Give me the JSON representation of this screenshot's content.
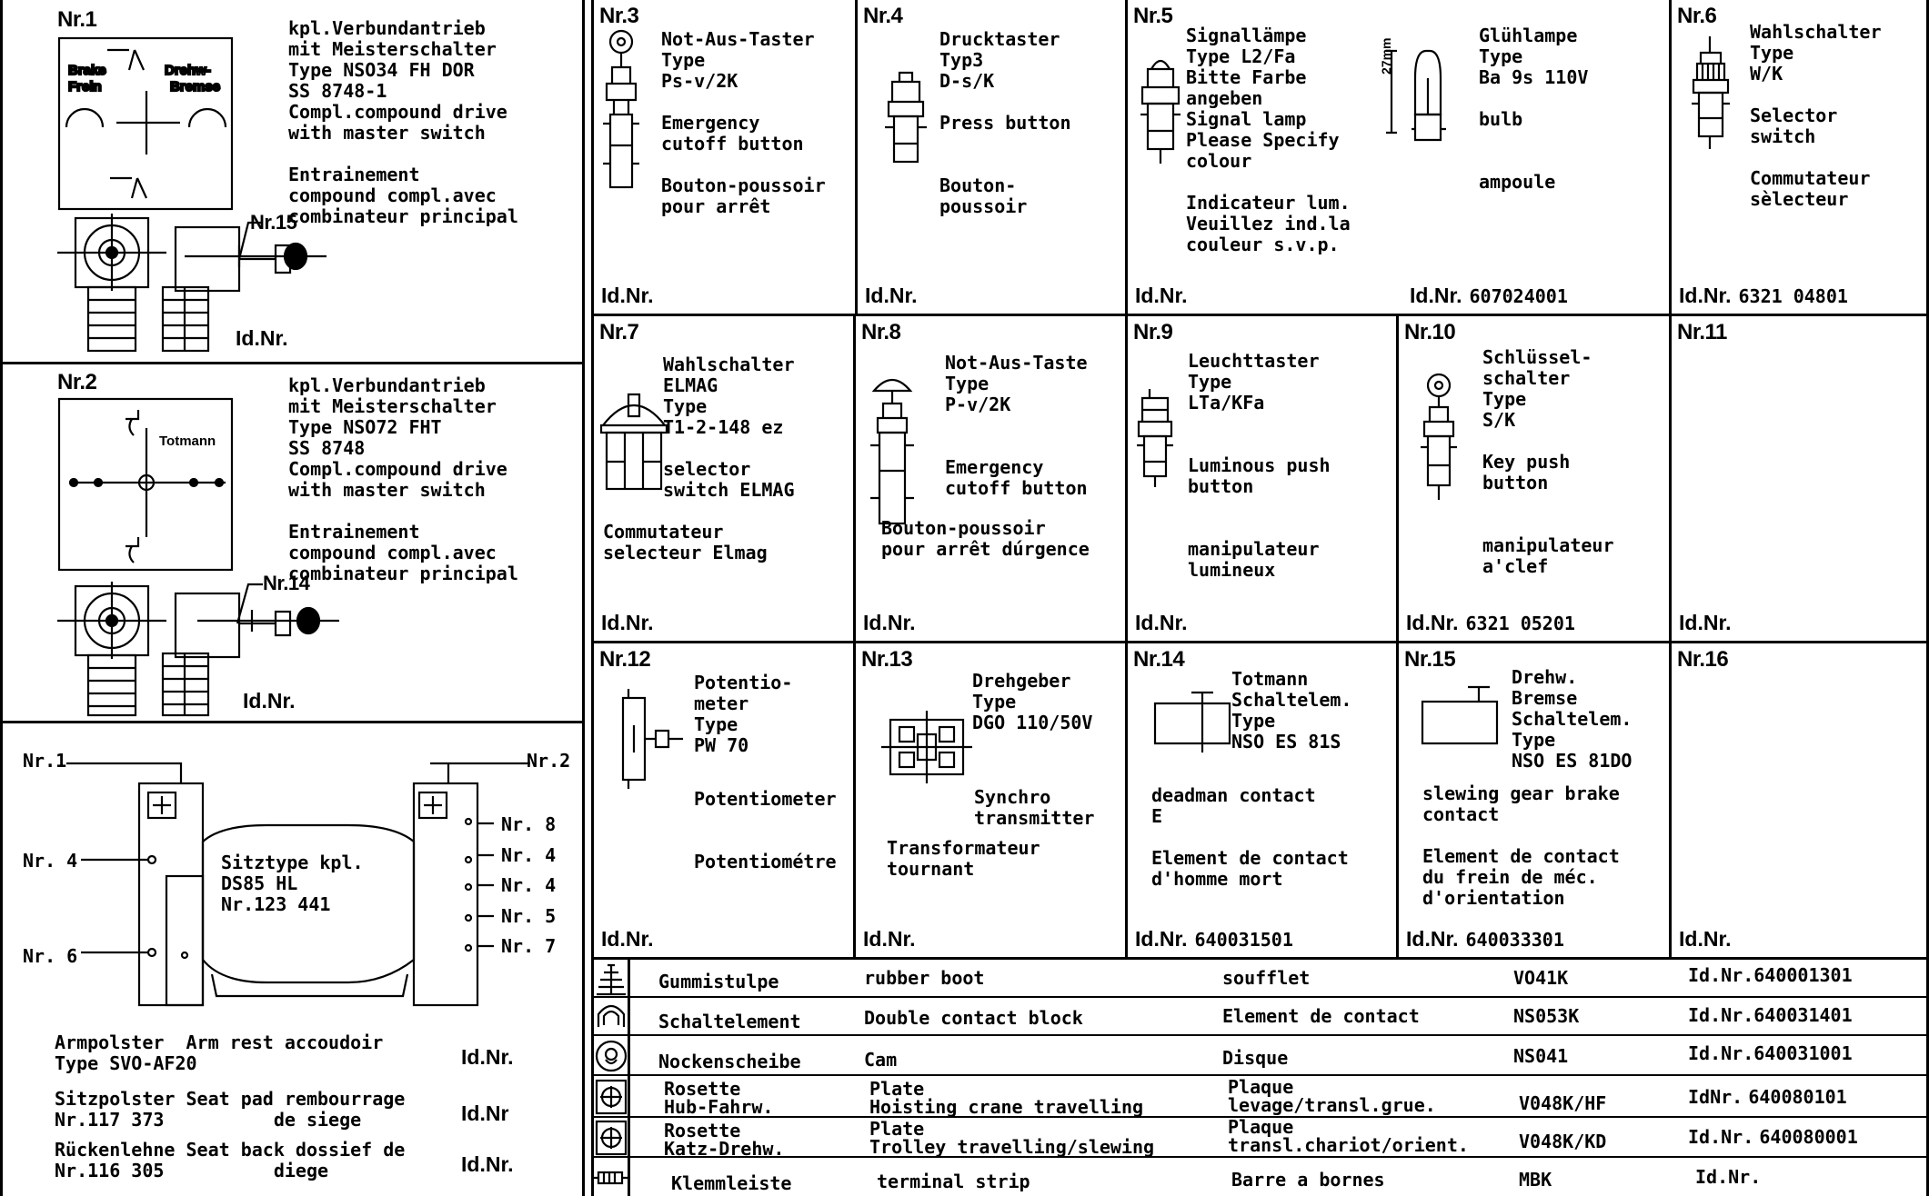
{
  "left": {
    "nr1": {
      "num": "Nr.1",
      "desc": "kpl.Verbundantrieb\nmit Meisterschalter\nType NSO34 FH DOR\nSS 8748-1\nCompl.compound drive\nwith master switch\n\nEntrainement\ncompound compl.avec\ncombinateur principal",
      "diagram_left": "Brake\nFrein",
      "diagram_right": "Drehw-\nBremse",
      "callout": "Nr.15",
      "id_label": "Id.Nr."
    },
    "nr2": {
      "num": "Nr.2",
      "desc": "kpl.Verbundantrieb\nmit Meisterschalter\nType NSO72 FHT\nSS 8748\nCompl.compound drive\nwith master switch\n\nEntrainement\ncompound compl.avec\ncombinateur principal",
      "diagram_label": "Totmann",
      "callout": "Nr.14",
      "id_label": "Id.Nr."
    },
    "seat": {
      "labels_left": [
        "Nr.1",
        "Nr. 4",
        "Nr. 6"
      ],
      "labels_right": [
        "Nr.2",
        "Nr. 8",
        "Nr. 4",
        "Nr. 4",
        "Nr. 5",
        "Nr. 7"
      ],
      "seat_text": "Sitztype kpl.\nDS85 HL\nNr.123 441",
      "parts": [
        {
          "text": "Armpolster  Arm rest accoudoir\nType SVO-AF20",
          "id": "Id.Nr."
        },
        {
          "text": "Sitzpolster Seat pad rembourrage\nNr.117 373          de siege",
          "id": "Id.Nr"
        },
        {
          "text": "Rückenlehne Seat back dossief de\nNr.116 305          diege",
          "id": "Id.Nr."
        }
      ]
    }
  },
  "grid": {
    "row1": [
      {
        "num": "Nr.3",
        "text": "Not-Aus-Taster\nType\nPs-v/2K\n\nEmergency\ncutoff button\n\nBouton-poussoir\npour arrêt",
        "id_label": "Id.Nr.",
        "id_value": ""
      },
      {
        "num": "Nr.4",
        "text": "Drucktaster\nTyp3\nD-s/K\n\nPress button\n\n\nBouton-\npoussoir",
        "id_label": "Id.Nr.",
        "id_value": ""
      },
      {
        "num": "Nr.5",
        "text": "Signallämpe\nType L2/Fa\nBitte Farbe\nangeben\nSignal lamp\nPlease Specify\ncolour\n\nIndicateur lum.\nVeuillez ind.la\ncouleur s.v.p.",
        "text2": "Glühlampe\nType\nBa 9s 110V\n\nbulb\n\n\nampoule",
        "dim": "27mm",
        "id_label": "Id.Nr.",
        "id2_label": "Id.Nr.",
        "id2_value": "607024001"
      },
      {
        "num": "Nr.6",
        "text": "Wahlschalter\nType\nW/K\n\nSelector\nswitch\n\nCommutateur\nsèlecteur",
        "id_label": "Id.Nr.",
        "id_value": "6321 04801"
      }
    ],
    "row2": [
      {
        "num": "Nr.7",
        "text": "Wahlschalter\nELMAG\nType\nT1-2-148 ez\n\nselector\nswitch ELMAG",
        "text_b": "Commutateur\nselecteur Elmag",
        "id_label": "Id.Nr.",
        "id_value": ""
      },
      {
        "num": "Nr.8",
        "text": "Not-Aus-Taste\nType\nP-v/2K\n\n\nEmergency\ncutoff button",
        "text_b": "Bouton-poussoir\npour arrêt dúrgence",
        "id_label": "Id.Nr.",
        "id_value": ""
      },
      {
        "num": "Nr.9",
        "text": "Leuchttaster\nType\nLTa/KFa\n\n\nLuminous push\nbutton\n\n\nmanipulateur\nlumineux",
        "id_label": "Id.Nr.",
        "id_value": ""
      },
      {
        "num": "Nr.10",
        "text": "Schlüssel-\nschalter\nType\nS/K\n\nKey push\nbutton\n\n\nmanipulateur\na'clef",
        "id_label": "Id.Nr.",
        "id_value": "6321 05201"
      },
      {
        "num": "Nr.11",
        "text": "",
        "id_label": "Id.Nr.",
        "id_value": ""
      }
    ],
    "row3": [
      {
        "num": "Nr.12",
        "text": "Potentio-\nmeter\nType\nPW 70",
        "text_b": "Potentiometer\n\n\nPotentiométre",
        "id_label": "Id.Nr.",
        "id_value": ""
      },
      {
        "num": "Nr.13",
        "text": "Drehgeber\nType\nDGO 110/50V",
        "text_b": "Synchro\ntransmitter",
        "text_c": "Transformateur\ntournant",
        "id_label": "Id.Nr.",
        "id_value": ""
      },
      {
        "num": "Nr.14",
        "text": "Totmann\nSchaltelem.\nType\nNSO ES 81S",
        "text_b": "deadman contact\nE\n\nElement de contact\nd'homme mort",
        "id_label": "Id.Nr.",
        "id_value": "640031501"
      },
      {
        "num": "Nr.15",
        "text": "Drehw.\nBremse\nSchaltelem.\nType\nNSO ES 81DO",
        "text_b": "slewing gear brake\ncontact\n\nElement de contact\ndu frein de méc.\nd'orientation",
        "id_label": "Id.Nr.",
        "id_value": "640033301"
      },
      {
        "num": "Nr.16",
        "text": "",
        "id_label": "Id.Nr.",
        "id_value": ""
      }
    ]
  },
  "parts_rows": [
    {
      "icon": "rubber-boot-icon",
      "de": "Gummistulpe",
      "en": "rubber boot",
      "fr": "soufflet",
      "code": "VO41K",
      "id_label": "Id.Nr.",
      "id_value": "640001301"
    },
    {
      "icon": "contact-block-icon",
      "de": "Schaltelement",
      "en": "Double contact block",
      "fr": "Element de contact",
      "code": "NS053K",
      "id_label": "Id.Nr.",
      "id_value": "640031401"
    },
    {
      "icon": "cam-icon",
      "de": "Nockenscheibe",
      "en": "Cam",
      "fr": "Disque",
      "code": "NS041",
      "id_label": "Id.Nr.",
      "id_value": "640031001"
    },
    {
      "icon": "rosette-icon",
      "de": "Rosette\nHub-Fahrw.",
      "en": "Plate\nHoisting crane travelling",
      "fr": "Plaque\nlevage/transl.grue.",
      "code": "V048K/HF",
      "id_label": "IdNr.",
      "id_value": "640080101"
    },
    {
      "icon": "rosette-icon",
      "de": "Rosette\nKatz-Drehw.",
      "en": "Plate\nTrolley travelling/slewing",
      "fr": "Plaque\ntransl.chariot/orient.",
      "code": "V048K/KD",
      "id_label": "Id.Nr.",
      "id_value": "640080001"
    },
    {
      "icon": "terminal-strip-icon",
      "de": "Klemmleiste",
      "en": "terminal strip",
      "fr": "Barre a bornes",
      "code": "MBK",
      "id_label": "Id.Nr.",
      "id_value": ""
    }
  ]
}
